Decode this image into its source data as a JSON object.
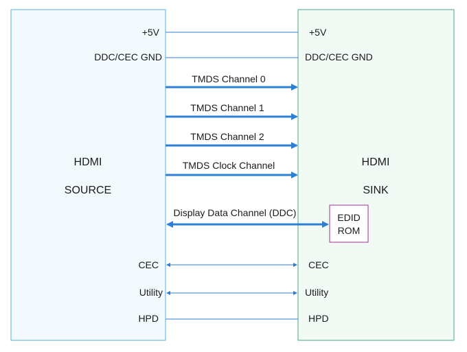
{
  "source": {
    "line1": "HDMI",
    "line2": "SOURCE"
  },
  "sink": {
    "line1": "HDMI",
    "line2": "SINK"
  },
  "edid": {
    "line1": "EDID",
    "line2": "ROM"
  },
  "signals": {
    "plus5v_src": "+5V",
    "plus5v_snk": "+5V",
    "ddc_gnd_src": "DDC/CEC GND",
    "ddc_gnd_snk": "DDC/CEC GND",
    "tmds0": "TMDS Channel 0",
    "tmds1": "TMDS Channel 1",
    "tmds2": "TMDS Channel 2",
    "tmds_clk": "TMDS Clock Channel",
    "ddc": "Display Data Channel (DDC)",
    "cec_src": "CEC",
    "cec_snk": "CEC",
    "utility_src": "Utility",
    "utility_snk": "Utility",
    "hpd_src": "HPD",
    "hpd_snk": "HPD"
  },
  "colors": {
    "source_fill": "#f2fafd",
    "source_stroke": "#5aaee0",
    "sink_fill": "#f2faf6",
    "sink_stroke": "#4aa882",
    "line": "#2b7fd4",
    "edid_stroke": "#a0308a"
  }
}
